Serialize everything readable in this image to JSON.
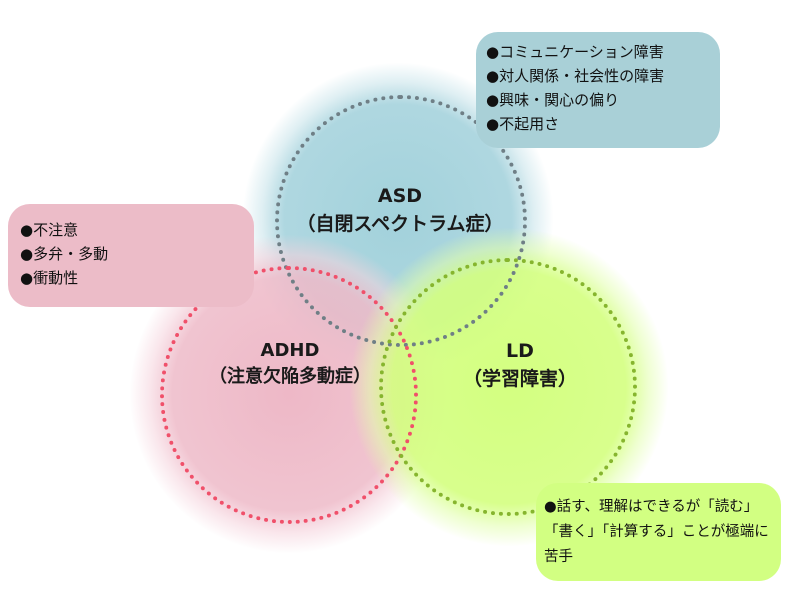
{
  "diagram": {
    "circles": {
      "asd": {
        "title": "ASD",
        "subtitle": "（自閉スペクトラム症）"
      },
      "adhd": {
        "title": "ADHD",
        "subtitle": "（注意欠陥多動症）"
      },
      "ld": {
        "title": "LD",
        "subtitle": "（学習障害）"
      }
    },
    "notes": {
      "asd": [
        "●コミュニケーション障害",
        "●対人関係・社会性の障害",
        "●興味・関心の偏り",
        "●不起用さ"
      ],
      "adhd": [
        "●不注意",
        "●多弁・多動",
        "●衝動性"
      ],
      "ld": "●話す、理解はできるが「読む」「書く」「計算する」ことが極端に苦手"
    },
    "colors": {
      "asd_fill": "#a6d3dd",
      "asd_outline": "#6f7f86",
      "adhd_fill": "#eebac8",
      "adhd_outline": "#f0506a",
      "ld_fill": "#d4ff80",
      "ld_outline": "#86b52e"
    }
  }
}
